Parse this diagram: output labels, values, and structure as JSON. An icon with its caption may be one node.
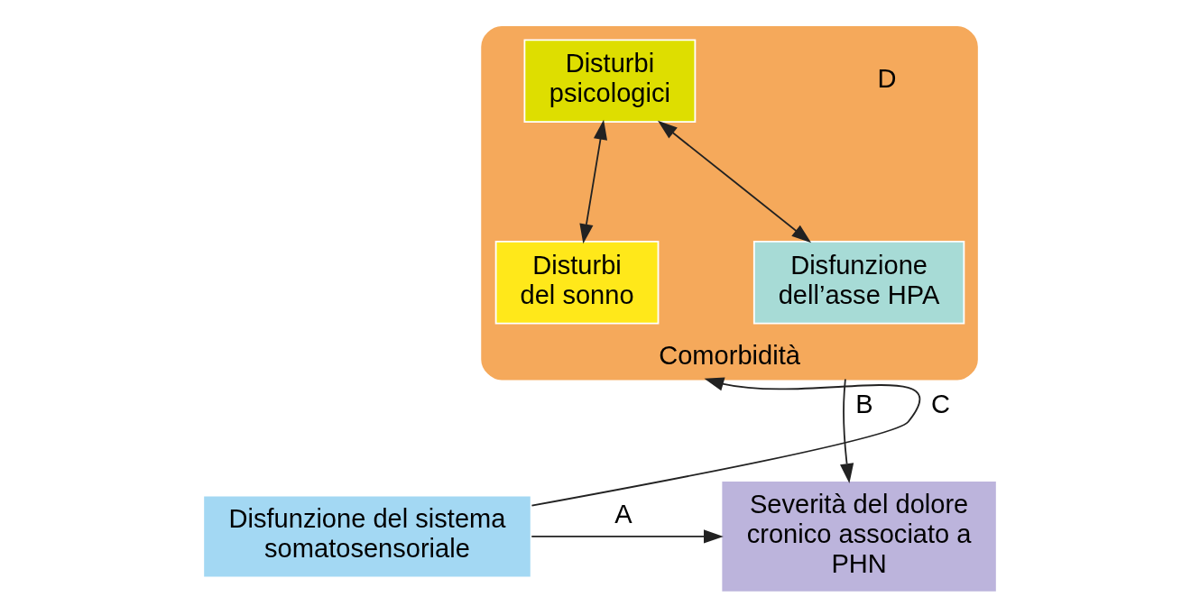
{
  "diagram": {
    "nodes": [
      {
        "text": [
          "Comorbidità"
        ],
        "beside": [
          "D"
        ]
      },
      {
        "text": [
          "Disturbi psicologici"
        ],
        "in": 0
      },
      {
        "text": [
          "Disturbi del sonno"
        ],
        "in": 0
      },
      {
        "text": [
          "Disfunzione dell’asse HPA"
        ],
        "in": 0
      },
      {
        "text": [
          "Disfunzione del sistema somatosensoriale"
        ]
      },
      {
        "text": [
          "Severità del dolore cronico associato a PHN"
        ]
      }
    ],
    "edges": [
      {
        "from": 1,
        "to": 2,
        "arrow": "both"
      },
      {
        "from": 1,
        "to": 3,
        "arrow": "both"
      },
      {
        "from": 0,
        "to": 5,
        "arrow": "to",
        "label": "B"
      },
      {
        "from": 4,
        "to": 0,
        "arrow": "to",
        "label": "C"
      },
      {
        "from": 4,
        "to": 5,
        "arrow": "to",
        "label": "A"
      }
    ]
  }
}
